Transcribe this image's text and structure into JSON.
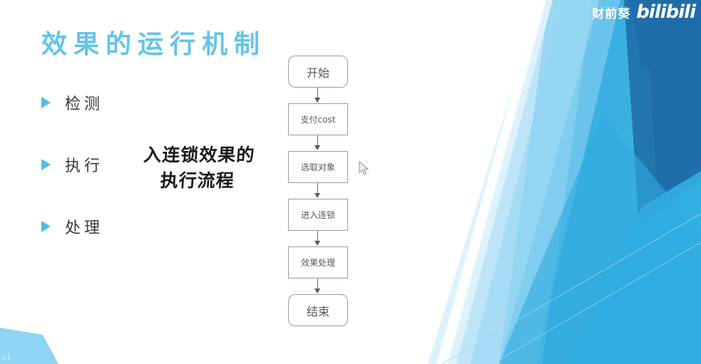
{
  "slide": {
    "title": "效果的运行机制",
    "title_color": "#64C4E8",
    "background_color": "#ffffff"
  },
  "watermark": {
    "username": "财前葵",
    "logo_text": "bilibili"
  },
  "corner": {
    "partial_text": "v1"
  },
  "bullets": {
    "marker_color": "#4FBDEB",
    "items": [
      {
        "label": "检测"
      },
      {
        "label": "执行"
      },
      {
        "label": "处理"
      }
    ]
  },
  "annotation": {
    "line1": "入连锁效果的",
    "line2": "执行流程"
  },
  "flowchart": {
    "nodes": [
      {
        "label": "开始",
        "shape": "terminal"
      },
      {
        "label": "支付cost",
        "shape": "process"
      },
      {
        "label": "选取对象",
        "shape": "process"
      },
      {
        "label": "进入连锁",
        "shape": "process"
      },
      {
        "label": "效果处理",
        "shape": "process"
      },
      {
        "label": "结束",
        "shape": "terminal"
      }
    ],
    "border_color": "#9a9a9a",
    "text_color": "#595959"
  },
  "decoration": {
    "palette": {
      "very_light": "#DEF2FB",
      "light": "#A8DCF4",
      "sky": "#6DC5EC",
      "mid": "#3CAFE2",
      "bright": "#1FA3DE",
      "deep": "#2176B0",
      "darkest": "#1F6DA8"
    }
  },
  "cursor": {
    "type": "arrow-pointer"
  }
}
